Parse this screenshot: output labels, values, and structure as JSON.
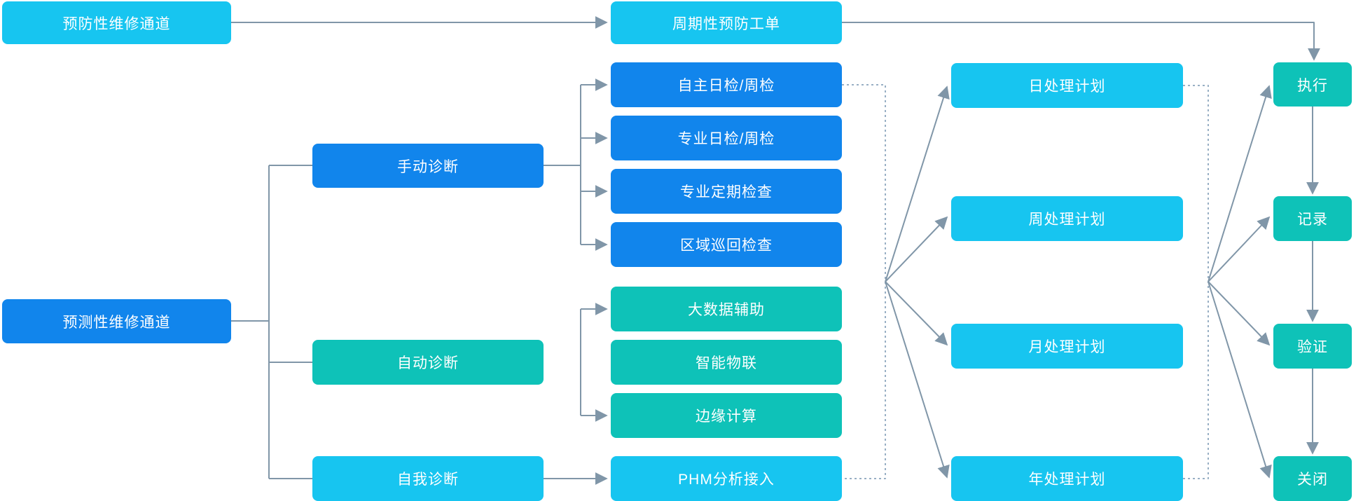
{
  "diagram": {
    "nodes": {
      "prevent_channel": {
        "label": "预防性维修通道"
      },
      "periodic_order": {
        "label": "周期性预防工单"
      },
      "predict_channel": {
        "label": "预测性维修通道"
      },
      "manual_diag": {
        "label": "手动诊断"
      },
      "auto_diag": {
        "label": "自动诊断"
      },
      "self_diag": {
        "label": "自我诊断"
      },
      "self_check": {
        "label": "自主日检/周检"
      },
      "prof_check": {
        "label": "专业日检/周检"
      },
      "prof_periodic": {
        "label": "专业定期检查"
      },
      "area_patrol": {
        "label": "区域巡回检查"
      },
      "big_data": {
        "label": "大数据辅助"
      },
      "smart_iot": {
        "label": "智能物联"
      },
      "edge_computing": {
        "label": "边缘计算"
      },
      "phm_access": {
        "label": "PHM分析接入"
      },
      "day_plan": {
        "label": "日处理计划"
      },
      "week_plan": {
        "label": "周处理计划"
      },
      "month_plan": {
        "label": "月处理计划"
      },
      "year_plan": {
        "label": "年处理计划"
      },
      "execute": {
        "label": "执行"
      },
      "record": {
        "label": "记录"
      },
      "verify": {
        "label": "验证"
      },
      "close": {
        "label": "关闭"
      }
    },
    "colors": {
      "cyan": "#17C5F0",
      "blue": "#1185EC",
      "teal": "#0EC2B8",
      "line": "#8096A8",
      "dash": "#98AFC4"
    }
  }
}
